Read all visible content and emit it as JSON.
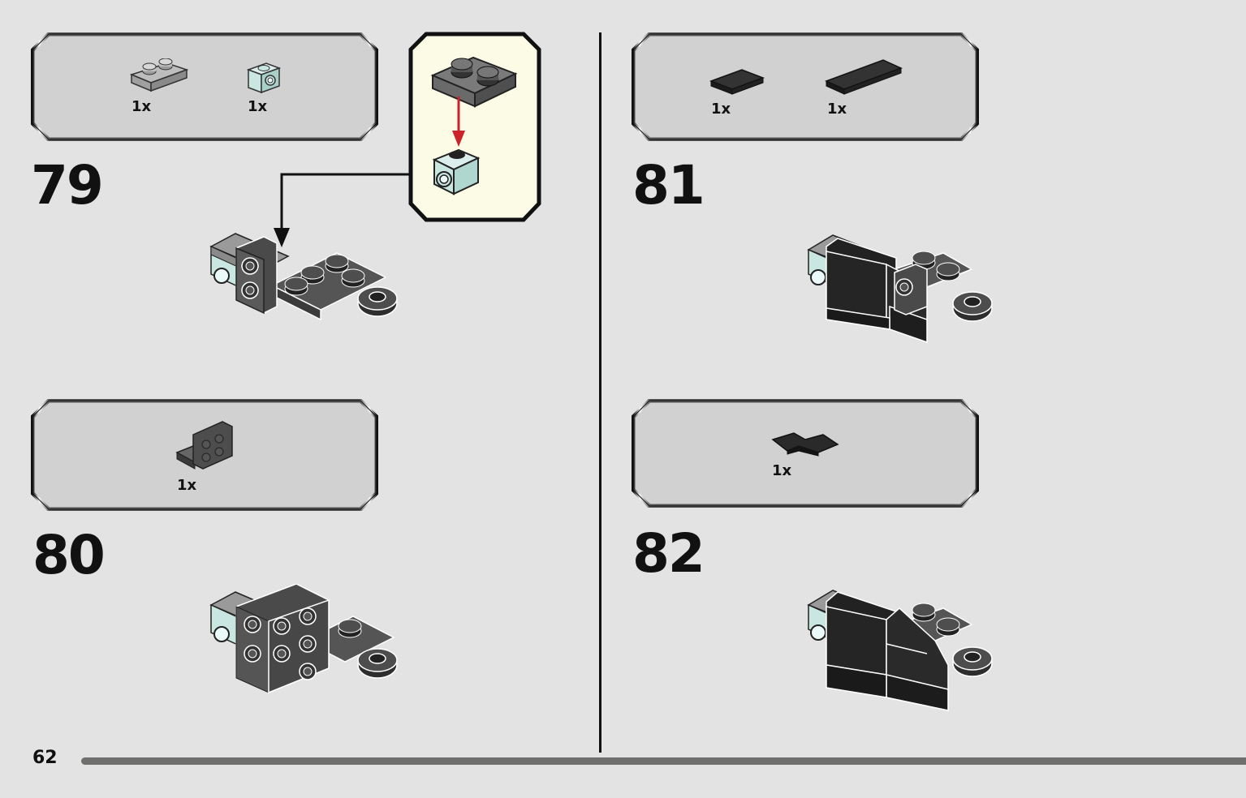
{
  "page": {
    "number": "62"
  },
  "steps": [
    {
      "number": "79",
      "parts": [
        {
          "qty": "1x",
          "icon": "plate-1x2-light-gray-icon"
        },
        {
          "qty": "1x",
          "icon": "brick-1x1-studs-side-aqua-icon"
        }
      ]
    },
    {
      "number": "80",
      "parts": [
        {
          "qty": "1x",
          "icon": "bracket-2x2-dark-gray-icon"
        }
      ]
    },
    {
      "number": "81",
      "parts": [
        {
          "qty": "1x",
          "icon": "tile-1x2-black-icon"
        },
        {
          "qty": "1x",
          "icon": "tile-1x4-black-icon"
        }
      ]
    },
    {
      "number": "82",
      "parts": [
        {
          "qty": "1x",
          "icon": "wedge-tile-black-icon"
        }
      ]
    }
  ],
  "colors": {
    "background": "#e3e3e3",
    "parts_box": "#d1d1d1",
    "callout_bg": "#fcfce6",
    "dark_gray": "#4f4f4f",
    "black_part": "#222222",
    "aqua": "#c9e6e1",
    "arrow_red": "#cc2229"
  }
}
